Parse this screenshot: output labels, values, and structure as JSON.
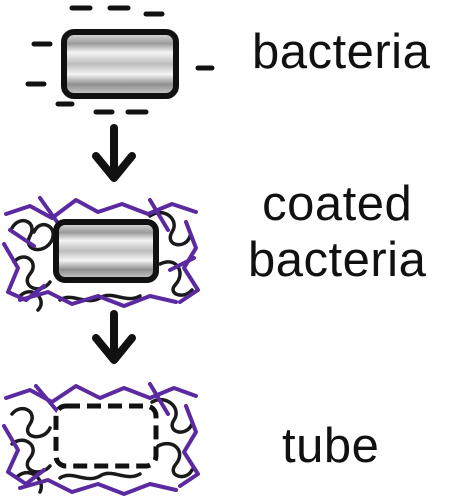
{
  "stages": [
    {
      "id": "bacteria",
      "label": "bacteria"
    },
    {
      "id": "coated",
      "label_line1": "coated",
      "label_line2": "bacteria"
    },
    {
      "id": "tube",
      "label": "tube"
    }
  ],
  "colors": {
    "outline": "#111111",
    "polymer_purple": "#5b2aa0",
    "polymer_black": "#1a1a1a",
    "capsule_light": "#f2f2f2",
    "capsule_dark": "#8a8a8a",
    "background": "#ffffff"
  },
  "icons": {
    "bacteria": "rounded-capsule-icon",
    "arrow": "down-arrow-icon",
    "coating": "polymer-scribble-icon",
    "tube": "dashed-hollow-capsule-icon"
  }
}
